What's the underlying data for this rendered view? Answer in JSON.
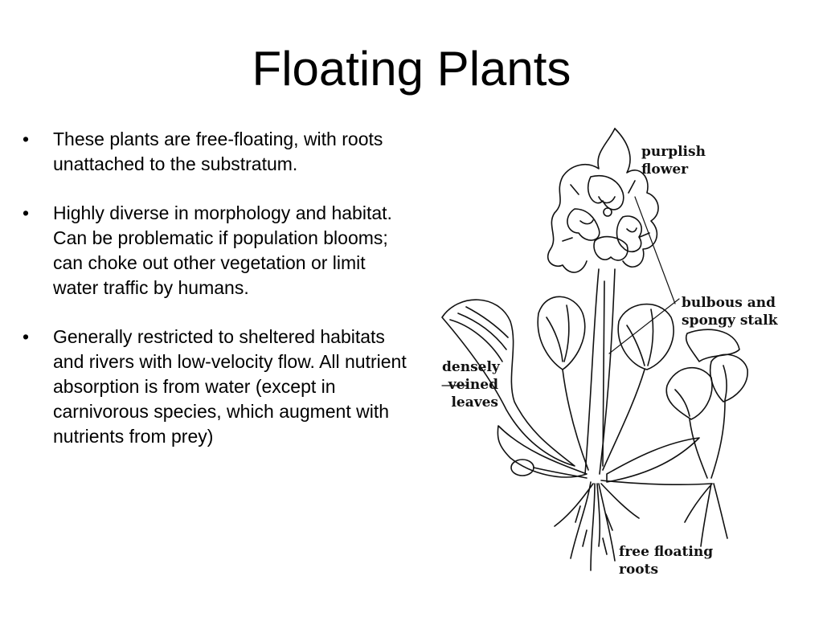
{
  "slide": {
    "title": "Floating Plants",
    "bullets": [
      "These plants are free-floating, with roots unattached to the substratum.",
      "Highly diverse in morphology and habitat.  Can be problematic if population blooms; can choke out other vegetation or limit water traffic by humans.",
      "Generally restricted to sheltered habitats and rivers with low-velocity flow.  All nutrient absorption is from water (except in carnivorous species, which augment with nutrients from prey)"
    ],
    "bullet_glyph": "•"
  },
  "figure": {
    "labels": {
      "flower": "purplish\nflower",
      "stalk": "bulbous and\nspongy stalk",
      "leaves": "densely\nveined\nleaves",
      "roots": "free floating\nroots"
    }
  }
}
